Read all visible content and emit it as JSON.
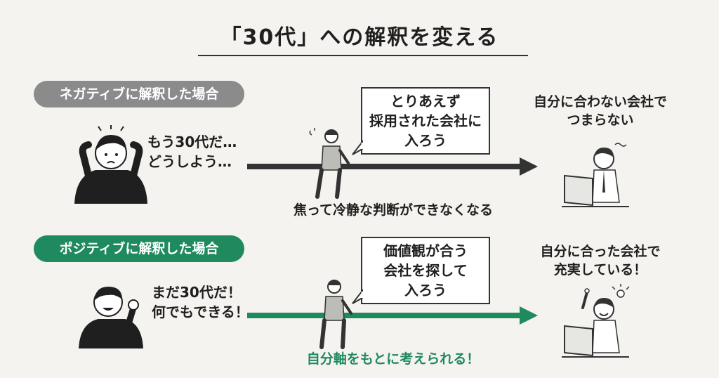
{
  "title": "「30代」への解釈を変える",
  "negative": {
    "label": "ネガティブに解釈した場合",
    "speech": [
      "もう30代だ…",
      "どうしよう…"
    ],
    "thought": [
      "とりあえず",
      "採用された会社に",
      "入ろう"
    ],
    "caption": "焦って冷静な判断ができなくなる",
    "outcome": [
      "自分に合わない会社で",
      "つまらない"
    ]
  },
  "positive": {
    "label": "ポジティブに解釈した場合",
    "speech": [
      "まだ30代だ！",
      "何でもできる！"
    ],
    "thought": [
      "価値観が合う",
      "会社を探して",
      "入ろう"
    ],
    "caption": "自分軸をもとに考えられる！",
    "outcome": [
      "自分に合った会社で",
      "充実している！"
    ]
  },
  "colors": {
    "background": "#f4f3ef",
    "negative_pill": "#8b8b8b",
    "positive_pill": "#1f8a5e",
    "negative_arrow": "#333333",
    "positive_arrow": "#1f8a5e"
  }
}
